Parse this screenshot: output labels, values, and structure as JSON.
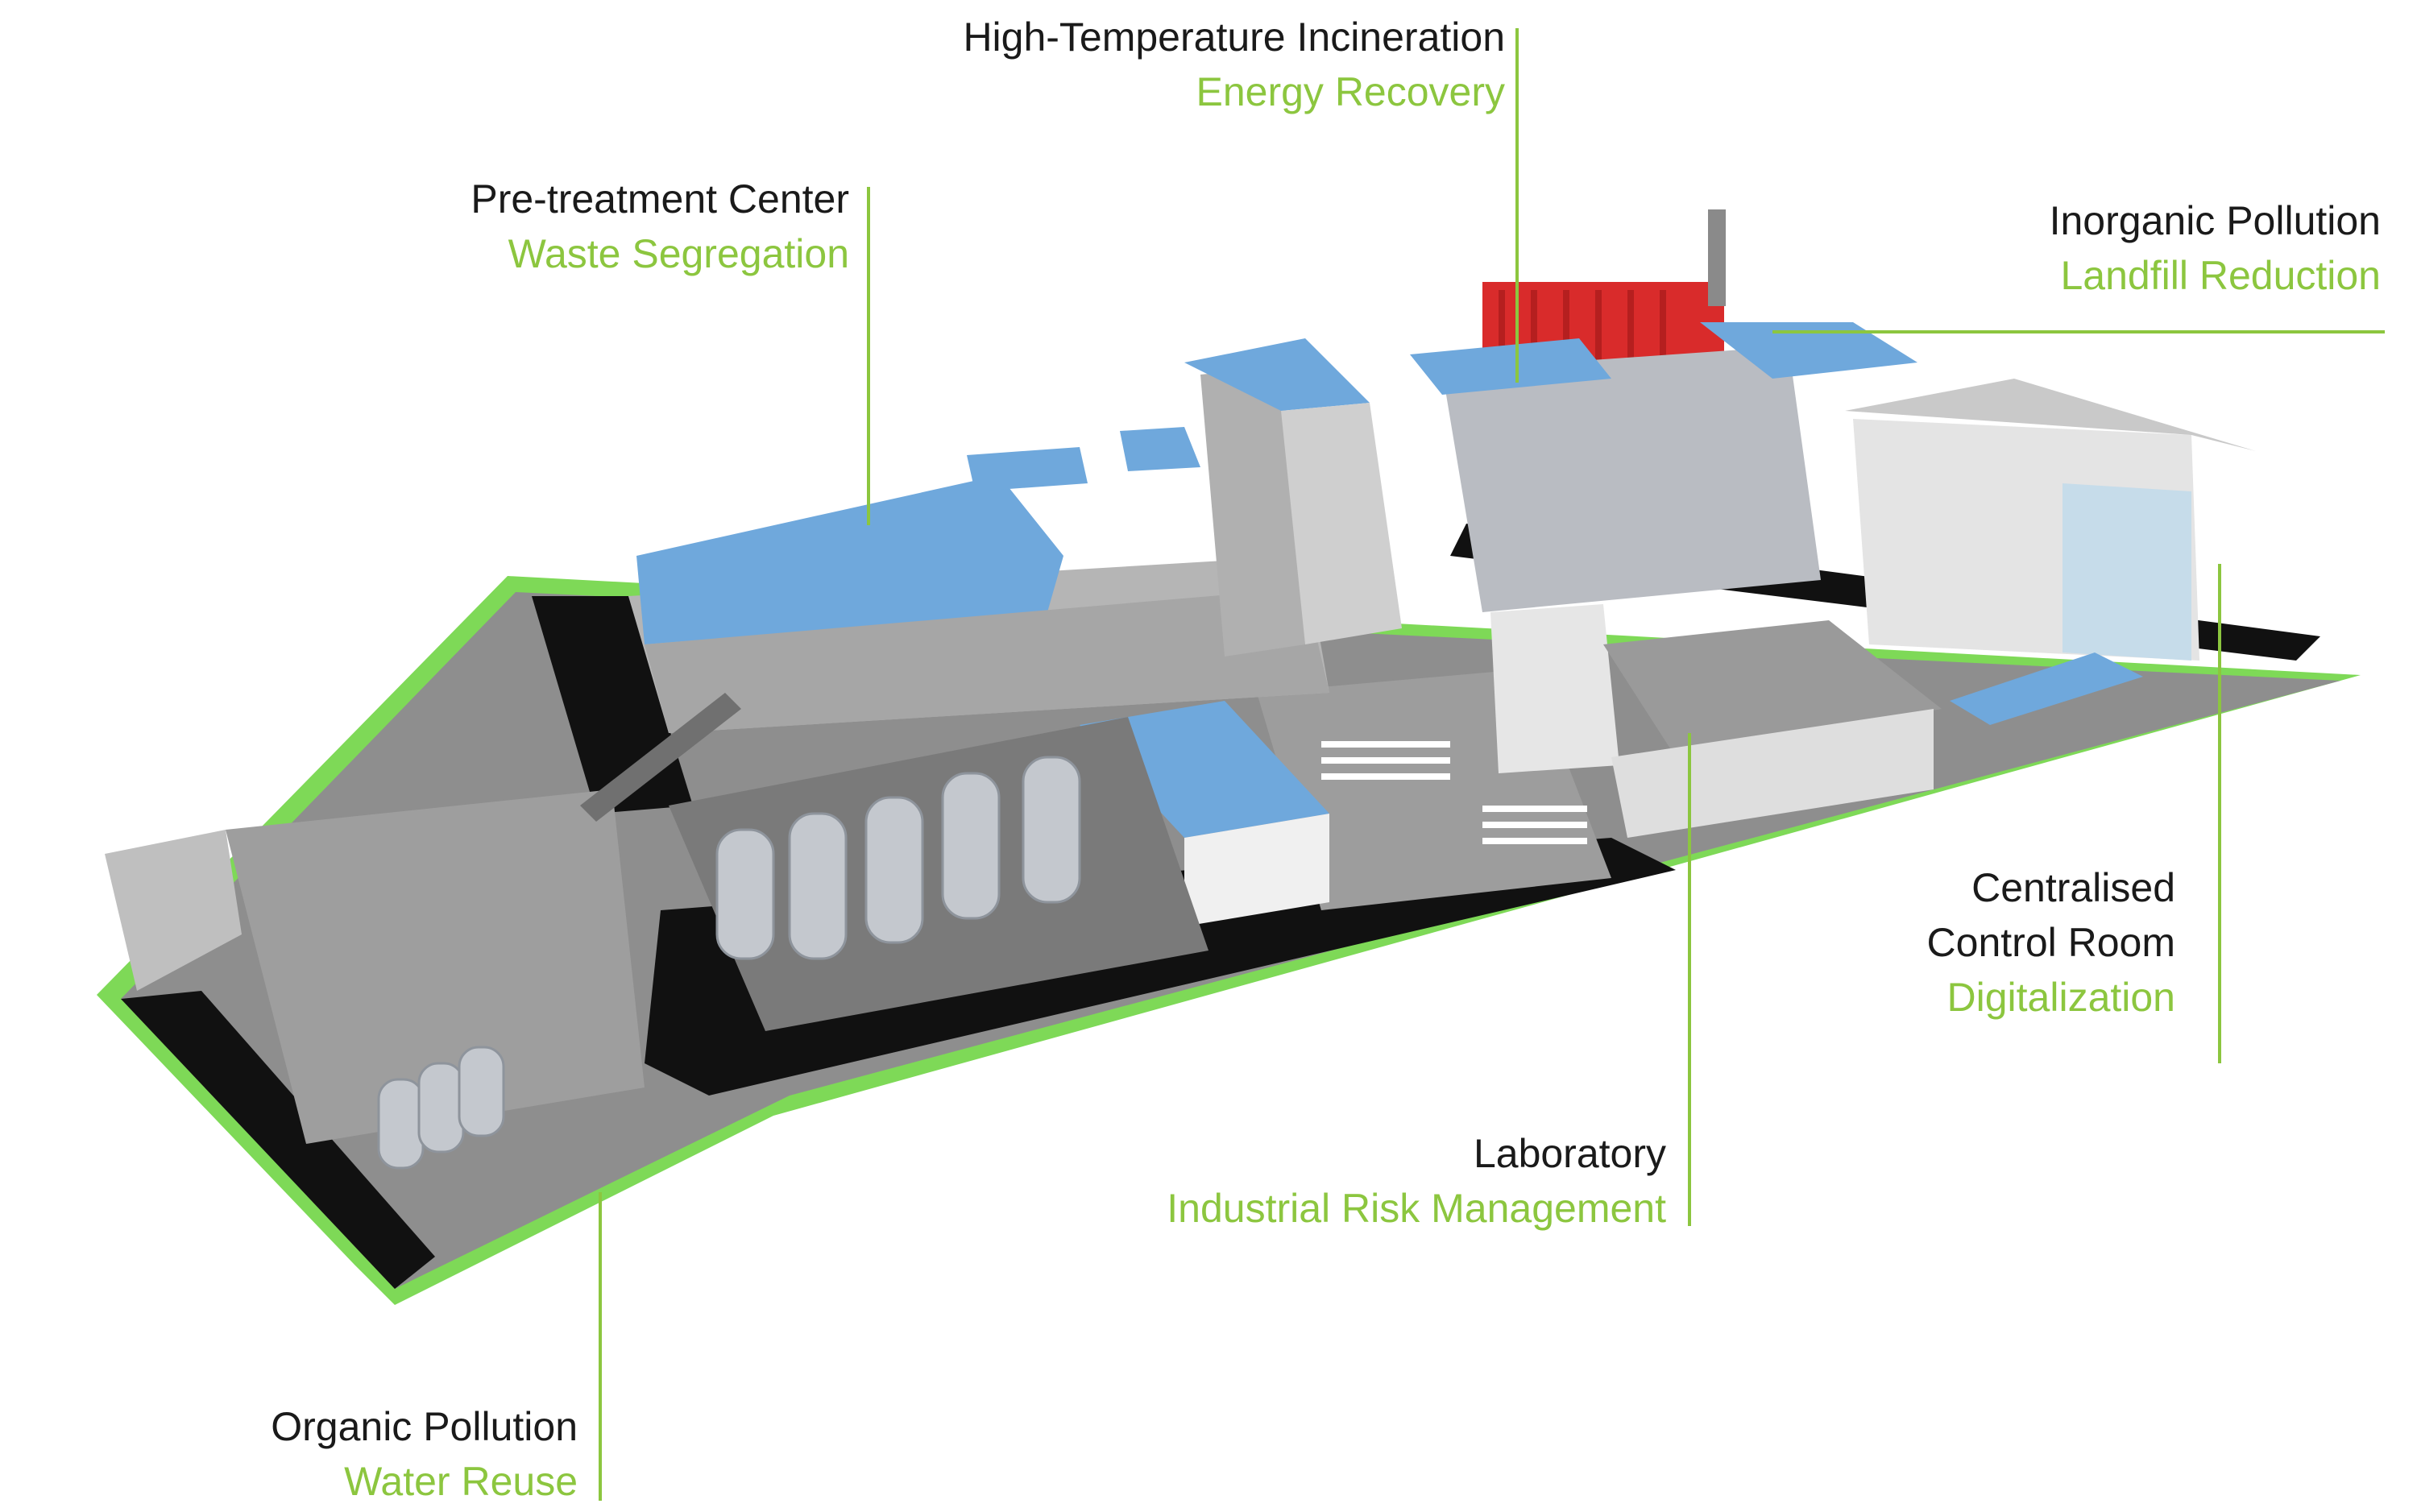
{
  "theme": {
    "accent": "#8cc63f",
    "text": "#1a1a1a",
    "roof": "#6fa8dc",
    "furnace": "#d92b2b",
    "road": "#111111",
    "grass": "#7ed957"
  },
  "callouts": {
    "incineration": {
      "title": "High-Temperature Incineration",
      "subtitle": "Energy Recovery"
    },
    "pretreatment": {
      "title": "Pre-treatment Center",
      "subtitle": "Waste Segregation"
    },
    "inorganic": {
      "title": "Inorganic Pollution",
      "subtitle": "Landfill Reduction"
    },
    "control_room": {
      "title_line1": "Centralised",
      "title_line2": "Control Room",
      "subtitle": "Digitalization"
    },
    "laboratory": {
      "title": "Laboratory",
      "subtitle": "Industrial Risk Management"
    },
    "organic": {
      "title": "Organic Pollution",
      "subtitle": "Water Reuse"
    }
  }
}
